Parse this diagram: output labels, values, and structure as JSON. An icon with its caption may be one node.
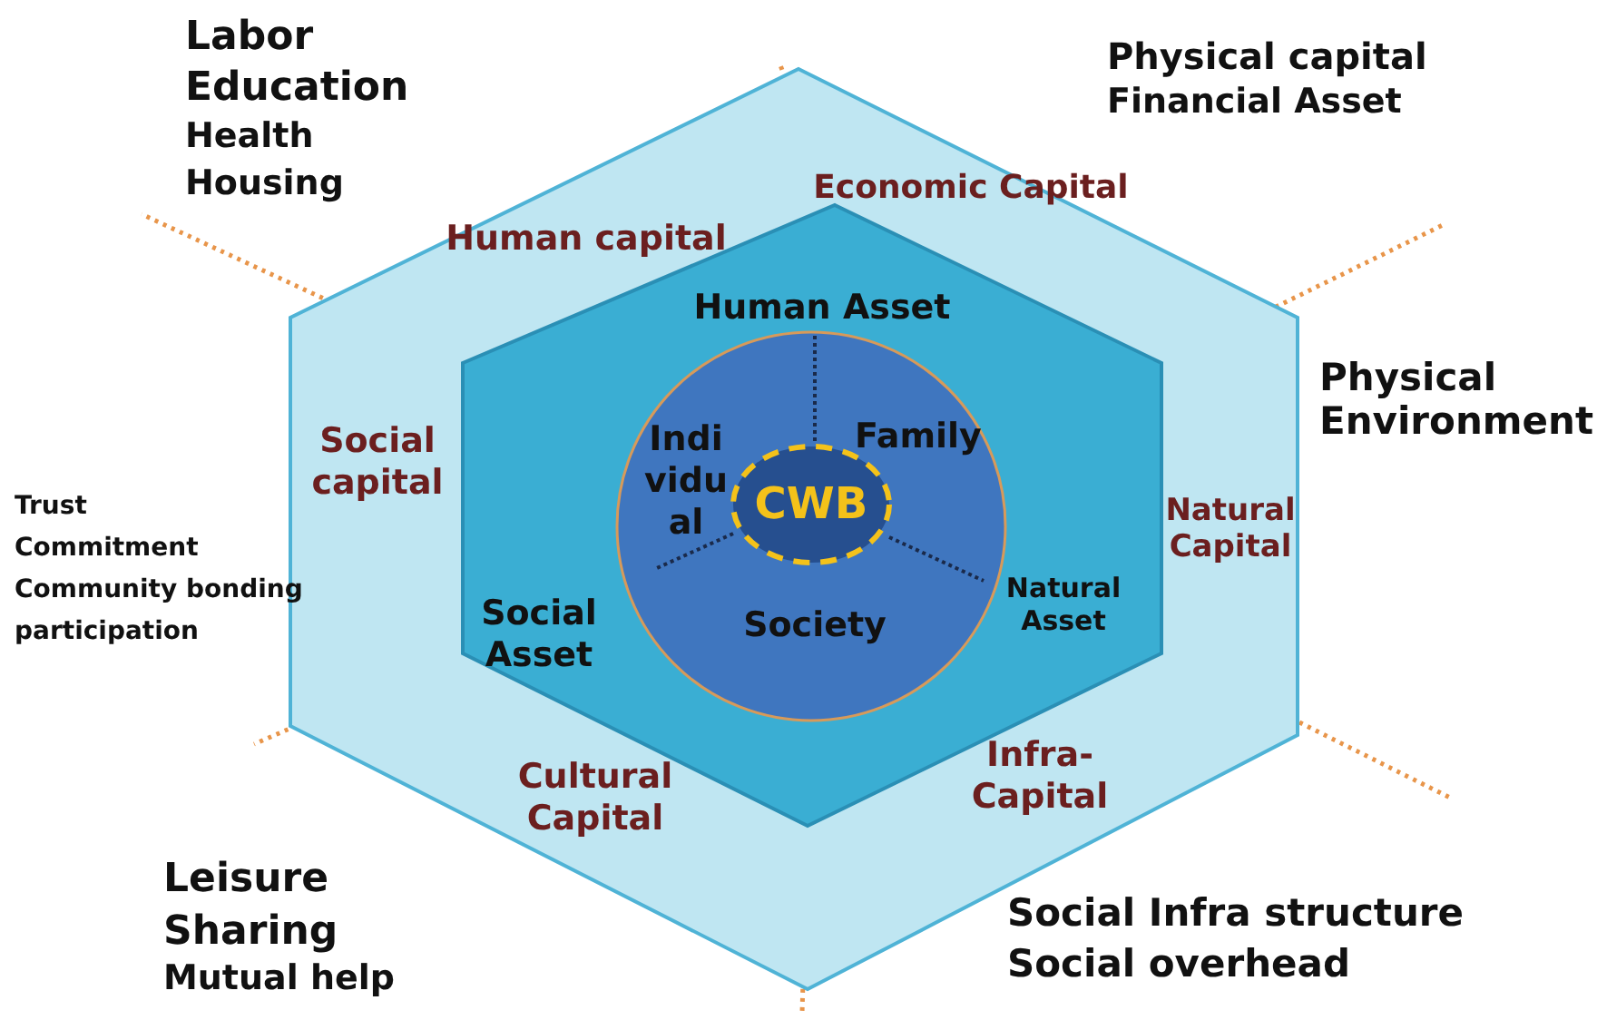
{
  "diagram": {
    "nodes": [
      {
        "text": [
          "Human capital",
          "Economic Capital",
          "Natural Capital",
          "Infra-Capital",
          "Cultural Capital",
          "Social capital"
        ]
      },
      {
        "text": [
          "Human Asset",
          "Natural Asset",
          "Social Asset"
        ],
        "in": 0
      },
      {
        "text": [
          "Indi vidu al",
          "Family",
          "Society"
        ],
        "in": 1
      },
      {
        "text": [
          "CWB"
        ],
        "in": 2
      }
    ],
    "labels": [
      "Labor",
      "Education",
      "Health",
      "Housing",
      "Physical capital",
      "Financial Asset",
      "Physical Environment",
      "Trust",
      "Commitment",
      "Community bonding",
      "participation",
      "Leisure",
      "Sharing",
      "Mutual help",
      "Social Infra structure",
      "Social overhead"
    ]
  }
}
